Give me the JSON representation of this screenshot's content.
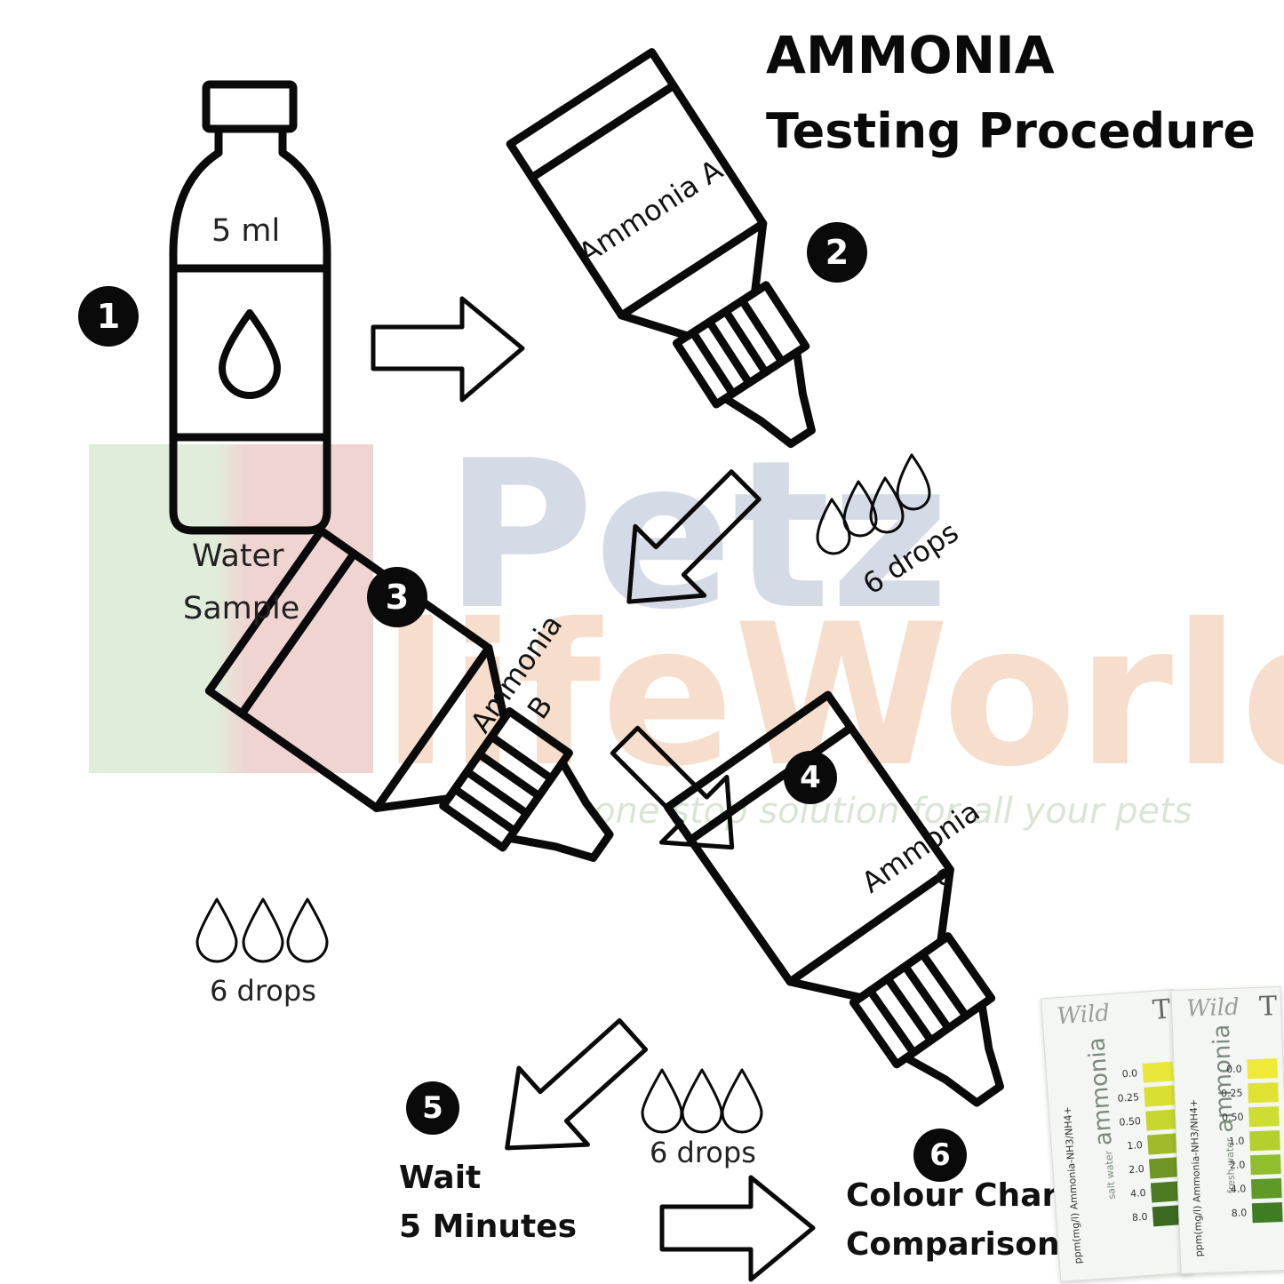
{
  "title": {
    "line1": "AMMONIA",
    "line2": "Testing Procedure"
  },
  "watermark": {
    "brand_top": "Petz",
    "brand_bottom": "lifeWorld",
    "tagline": "one stop solution for all your pets"
  },
  "steps": {
    "s1": {
      "number": "1",
      "bottle_volume": "5 ml",
      "label_line1": "Water",
      "label_line2": "Sample"
    },
    "s2": {
      "number": "2",
      "bottle_label": "Ammonia A",
      "drops": "6 drops"
    },
    "s3": {
      "number": "3",
      "bottle_label_line1": "Ammonia",
      "bottle_label_line2": "B",
      "drops": "6 drops"
    },
    "s4": {
      "number": "4",
      "bottle_label_line1": "Ammonia",
      "bottle_label_line2": "c",
      "drops": "6 drops"
    },
    "s5": {
      "number": "5",
      "text_line1": "Wait",
      "text_line2": "5 Minutes"
    },
    "s6": {
      "number": "6",
      "text_line1": "Colour Chart",
      "text_line2": "Comparison"
    }
  },
  "colour_charts": [
    {
      "brand": "Wild",
      "kit": "T",
      "water_type": "salt water",
      "name": "ammonia",
      "unit": "ppm(mg/l) Ammonia-NH3/NH4+",
      "values": [
        "0.0",
        "0.25",
        "0.50",
        "1.0",
        "2.0",
        "4.0",
        "8.0"
      ],
      "colors": [
        "#e9e83a",
        "#d9e031",
        "#c5d62e",
        "#9fba2a",
        "#6f9624",
        "#4d7a22",
        "#3b6a20"
      ]
    },
    {
      "brand": "Wild",
      "kit": "T",
      "water_type": "fresh water",
      "name": "ammonia",
      "unit": "ppm(mg/l) Ammonia-NH3/NH4+",
      "values": [
        "0.0",
        "0.25",
        "0.50",
        "1.0",
        "2.0",
        "4.0",
        "8.0"
      ],
      "colors": [
        "#eeea37",
        "#dfe233",
        "#cfdc31",
        "#b5d02e",
        "#8fbf2c",
        "#5f9a28",
        "#3f7d23"
      ]
    }
  ]
}
